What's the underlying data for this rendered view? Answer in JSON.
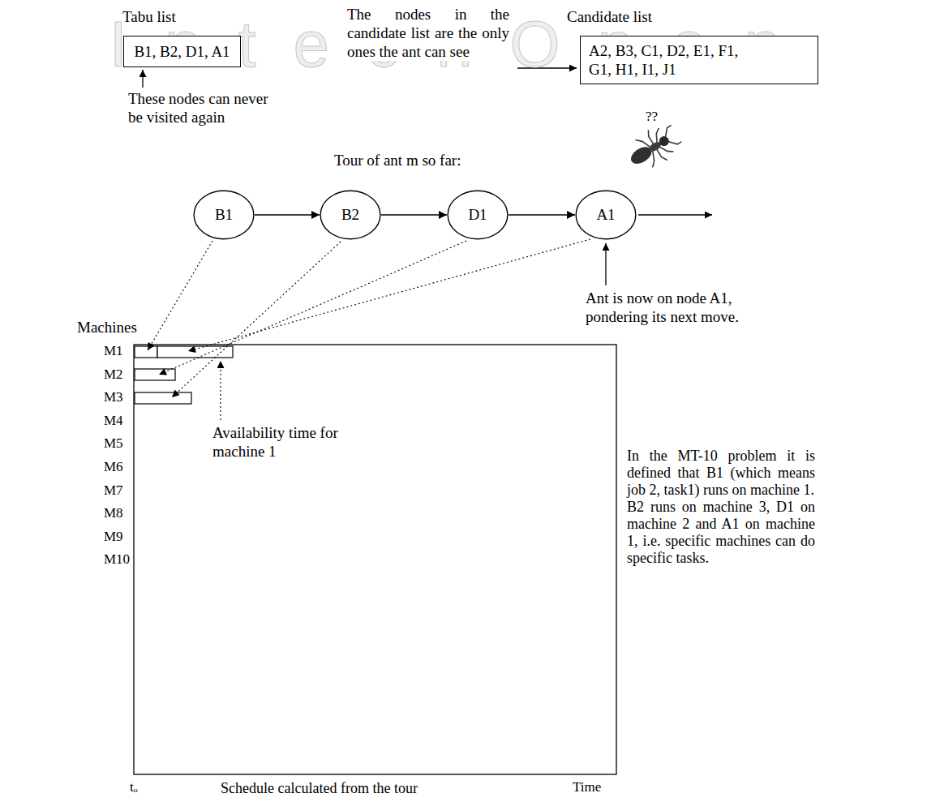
{
  "diagram": {
    "nodes": [
      {
        "text": [
          "Tabu list",
          "B1, B2, D1, A1"
        ]
      },
      {
        "text": [
          "Candidate list",
          "A2, B3, C1, D2, E1, F1, G1, H1, I1, J1"
        ]
      },
      {
        "text": [
          "B1"
        ]
      },
      {
        "text": [
          "B2"
        ]
      },
      {
        "text": [
          "D1"
        ]
      },
      {
        "text": [
          "A1"
        ]
      }
    ],
    "edges": [
      {
        "from": 2,
        "to": 3,
        "arrow": "to"
      },
      {
        "from": 3,
        "to": 4,
        "arrow": "to"
      },
      {
        "from": 4,
        "to": 5,
        "arrow": "to"
      }
    ],
    "labels": [
      "IntechOpen",
      "These nodes can never be visited again",
      "The nodes in the candidate list are the only ones the ant can see",
      "??",
      "Tour of ant m so far:",
      "Ant is now on node A1, pondering its next move.",
      "Machines",
      "M1",
      "M2",
      "M3",
      "M4",
      "M5",
      "M6",
      "M7",
      "M8",
      "M9",
      "M10",
      "Availability time for machine 1",
      "In the MT-10 problem it is defined that B1 (which means job 2, task1) runs on machine 1.",
      "B2 runs on machine 3, D1 on machine 2 and A1 on machine 1, i.e. specific machines can do specific tasks.",
      "tₒ",
      "Time",
      "Schedule calculated from the tour"
    ]
  }
}
